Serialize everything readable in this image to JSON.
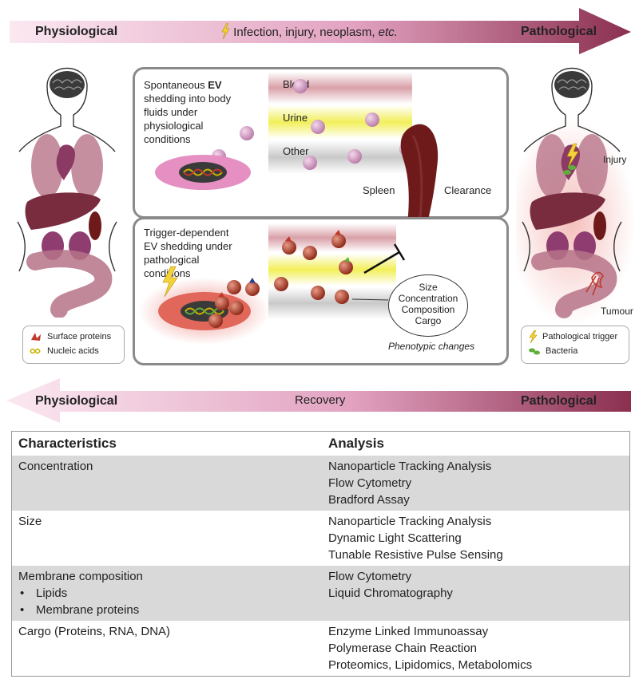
{
  "top_arrow": {
    "left_label": "Physiological",
    "middle_label": "Infection, injury, neoplasm,",
    "middle_italic": "etc.",
    "right_label": "Pathological"
  },
  "bottom_arrow": {
    "left_label": "Physiological",
    "middle_label": "Recovery",
    "right_label": "Pathological"
  },
  "top_panel": {
    "description_pre": "Spontaneous ",
    "description_bold": "EV",
    "description_post_lines": [
      "shedding into body",
      "fluids under",
      "physiological",
      "conditions"
    ],
    "fluids": [
      "Blood",
      "Urine",
      "Other"
    ],
    "spleen_label": "Spleen",
    "clearance_label": "Clearance"
  },
  "bottom_panel": {
    "description_lines": [
      "Trigger-dependent",
      "EV shedding under",
      "pathological",
      "conditions"
    ],
    "bubble_lines": [
      "Size",
      "Concentration",
      "Composition",
      "Cargo"
    ],
    "phenotypic_label": "Phenotypic changes"
  },
  "right_figure": {
    "injury_label": "Injury",
    "tumour_label": "Tumour"
  },
  "left_legend": {
    "items": [
      "Surface proteins",
      "Nucleic acids"
    ]
  },
  "right_legend": {
    "items": [
      "Pathological trigger",
      "Bacteria"
    ]
  },
  "table": {
    "headers": [
      "Characteristics",
      "Analysis"
    ],
    "rows": [
      {
        "characteristic": [
          "Concentration"
        ],
        "analysis": [
          "Nanoparticle Tracking Analysis",
          "Flow Cytometry",
          "Bradford Assay"
        ],
        "shaded": true
      },
      {
        "characteristic": [
          "Size"
        ],
        "analysis": [
          "Nanoparticle Tracking Analysis",
          "Dynamic Light Scattering",
          "Tunable Resistive Pulse Sensing"
        ],
        "shaded": false
      },
      {
        "characteristic": [
          "Membrane composition"
        ],
        "bullets": [
          "Lipids",
          "Membrane proteins"
        ],
        "analysis": [
          "Flow Cytometry",
          "Liquid Chromatography"
        ],
        "shaded": true
      },
      {
        "characteristic": [
          "Cargo (Proteins, RNA, DNA)"
        ],
        "analysis": [
          "Enzyme Linked Immunoassay",
          "Polymerase Chain Reaction",
          "Proteomics, Lipidomics, Metabolomics"
        ],
        "shaded": false
      }
    ]
  },
  "colors": {
    "arrow_light": "#f7d6e6",
    "arrow_dark": "#8b2f4f",
    "organ": "#a8566f",
    "spleen": "#6e1a1a",
    "vesicle_normal": "#c98fb5",
    "vesicle_patho": "#a33a2a"
  }
}
